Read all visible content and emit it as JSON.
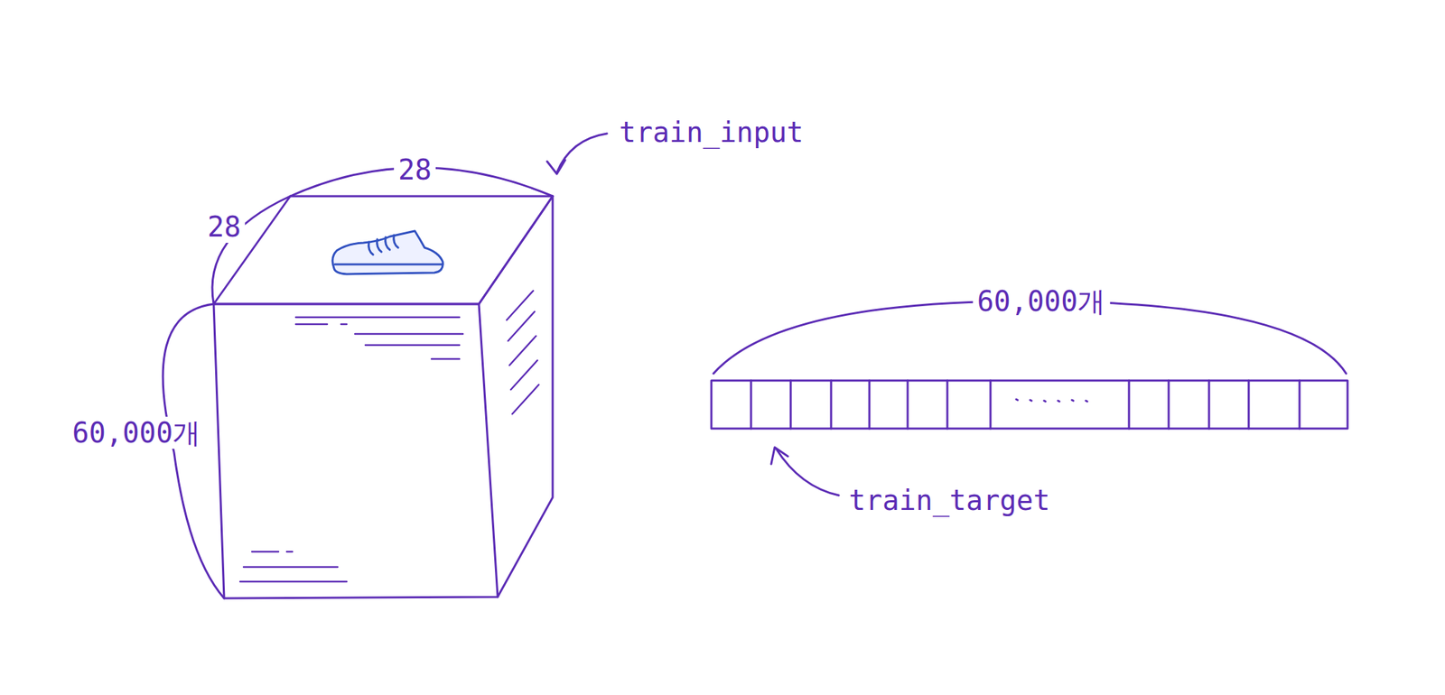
{
  "diagram": {
    "labels": [
      "28",
      "28",
      "train_input",
      "60,000개",
      "60,000개",
      "train_target"
    ]
  }
}
